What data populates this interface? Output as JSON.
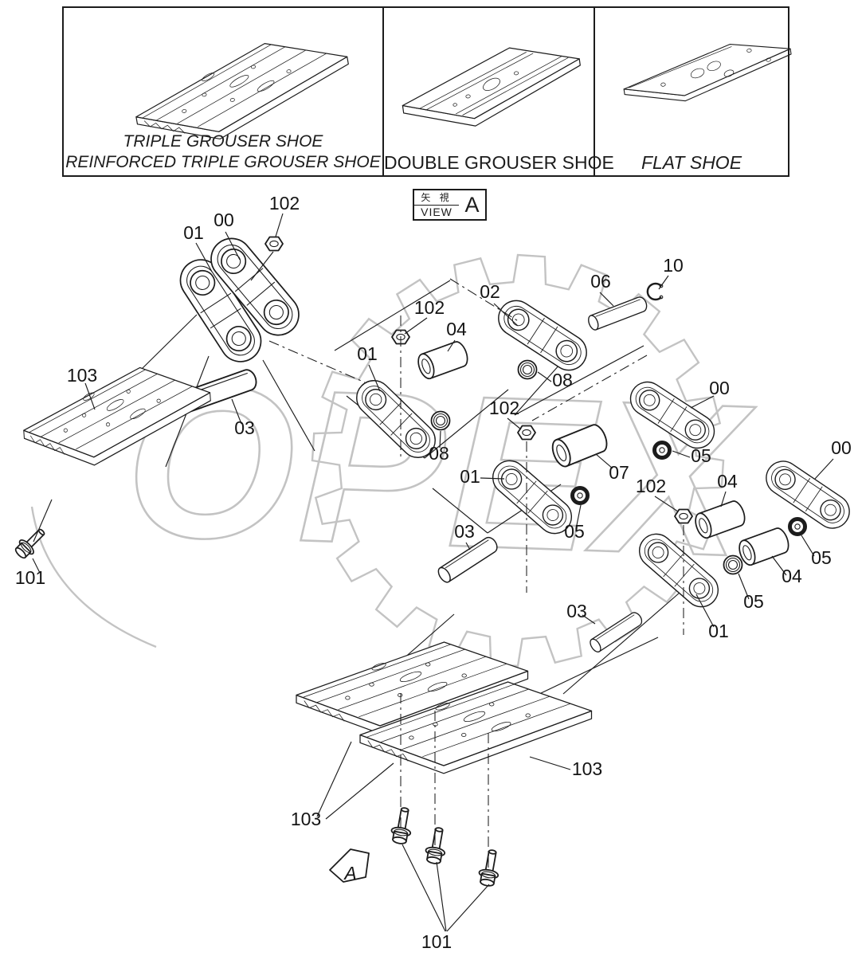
{
  "colors": {
    "line": "#1c1c1c",
    "watermark": "#c3c3c3",
    "background": "#ffffff"
  },
  "legend_table": {
    "cells": [
      {
        "label_lines": [
          "TRIPLE GROUSER SHOE",
          "REINFORCED TRIPLE GROUSER SHOE"
        ]
      },
      {
        "label_lines": [
          "DOUBLE GROUSER SHOE"
        ]
      },
      {
        "label_lines": [
          "FLAT SHOE"
        ]
      }
    ]
  },
  "view_reference": {
    "japanese": "矢 視",
    "english": "VIEW",
    "view_letter": "A"
  },
  "detail_flag": {
    "letter": "A"
  },
  "watermark": {
    "text": "OPEX"
  },
  "callouts": [
    {
      "text": "01"
    },
    {
      "text": "00"
    },
    {
      "text": "102"
    },
    {
      "text": "02"
    },
    {
      "text": "06"
    },
    {
      "text": "10"
    },
    {
      "text": "102"
    },
    {
      "text": "04"
    },
    {
      "text": "01"
    },
    {
      "text": "103"
    },
    {
      "text": "03"
    },
    {
      "text": "08"
    },
    {
      "text": "08"
    },
    {
      "text": "102"
    },
    {
      "text": "00"
    },
    {
      "text": "07"
    },
    {
      "text": "05"
    },
    {
      "text": "102"
    },
    {
      "text": "00"
    },
    {
      "text": "04"
    },
    {
      "text": "01"
    },
    {
      "text": "03"
    },
    {
      "text": "05"
    },
    {
      "text": "05"
    },
    {
      "text": "04"
    },
    {
      "text": "05"
    },
    {
      "text": "01"
    },
    {
      "text": "03"
    },
    {
      "text": "101"
    },
    {
      "text": "103"
    },
    {
      "text": "103"
    },
    {
      "text": "101"
    }
  ]
}
